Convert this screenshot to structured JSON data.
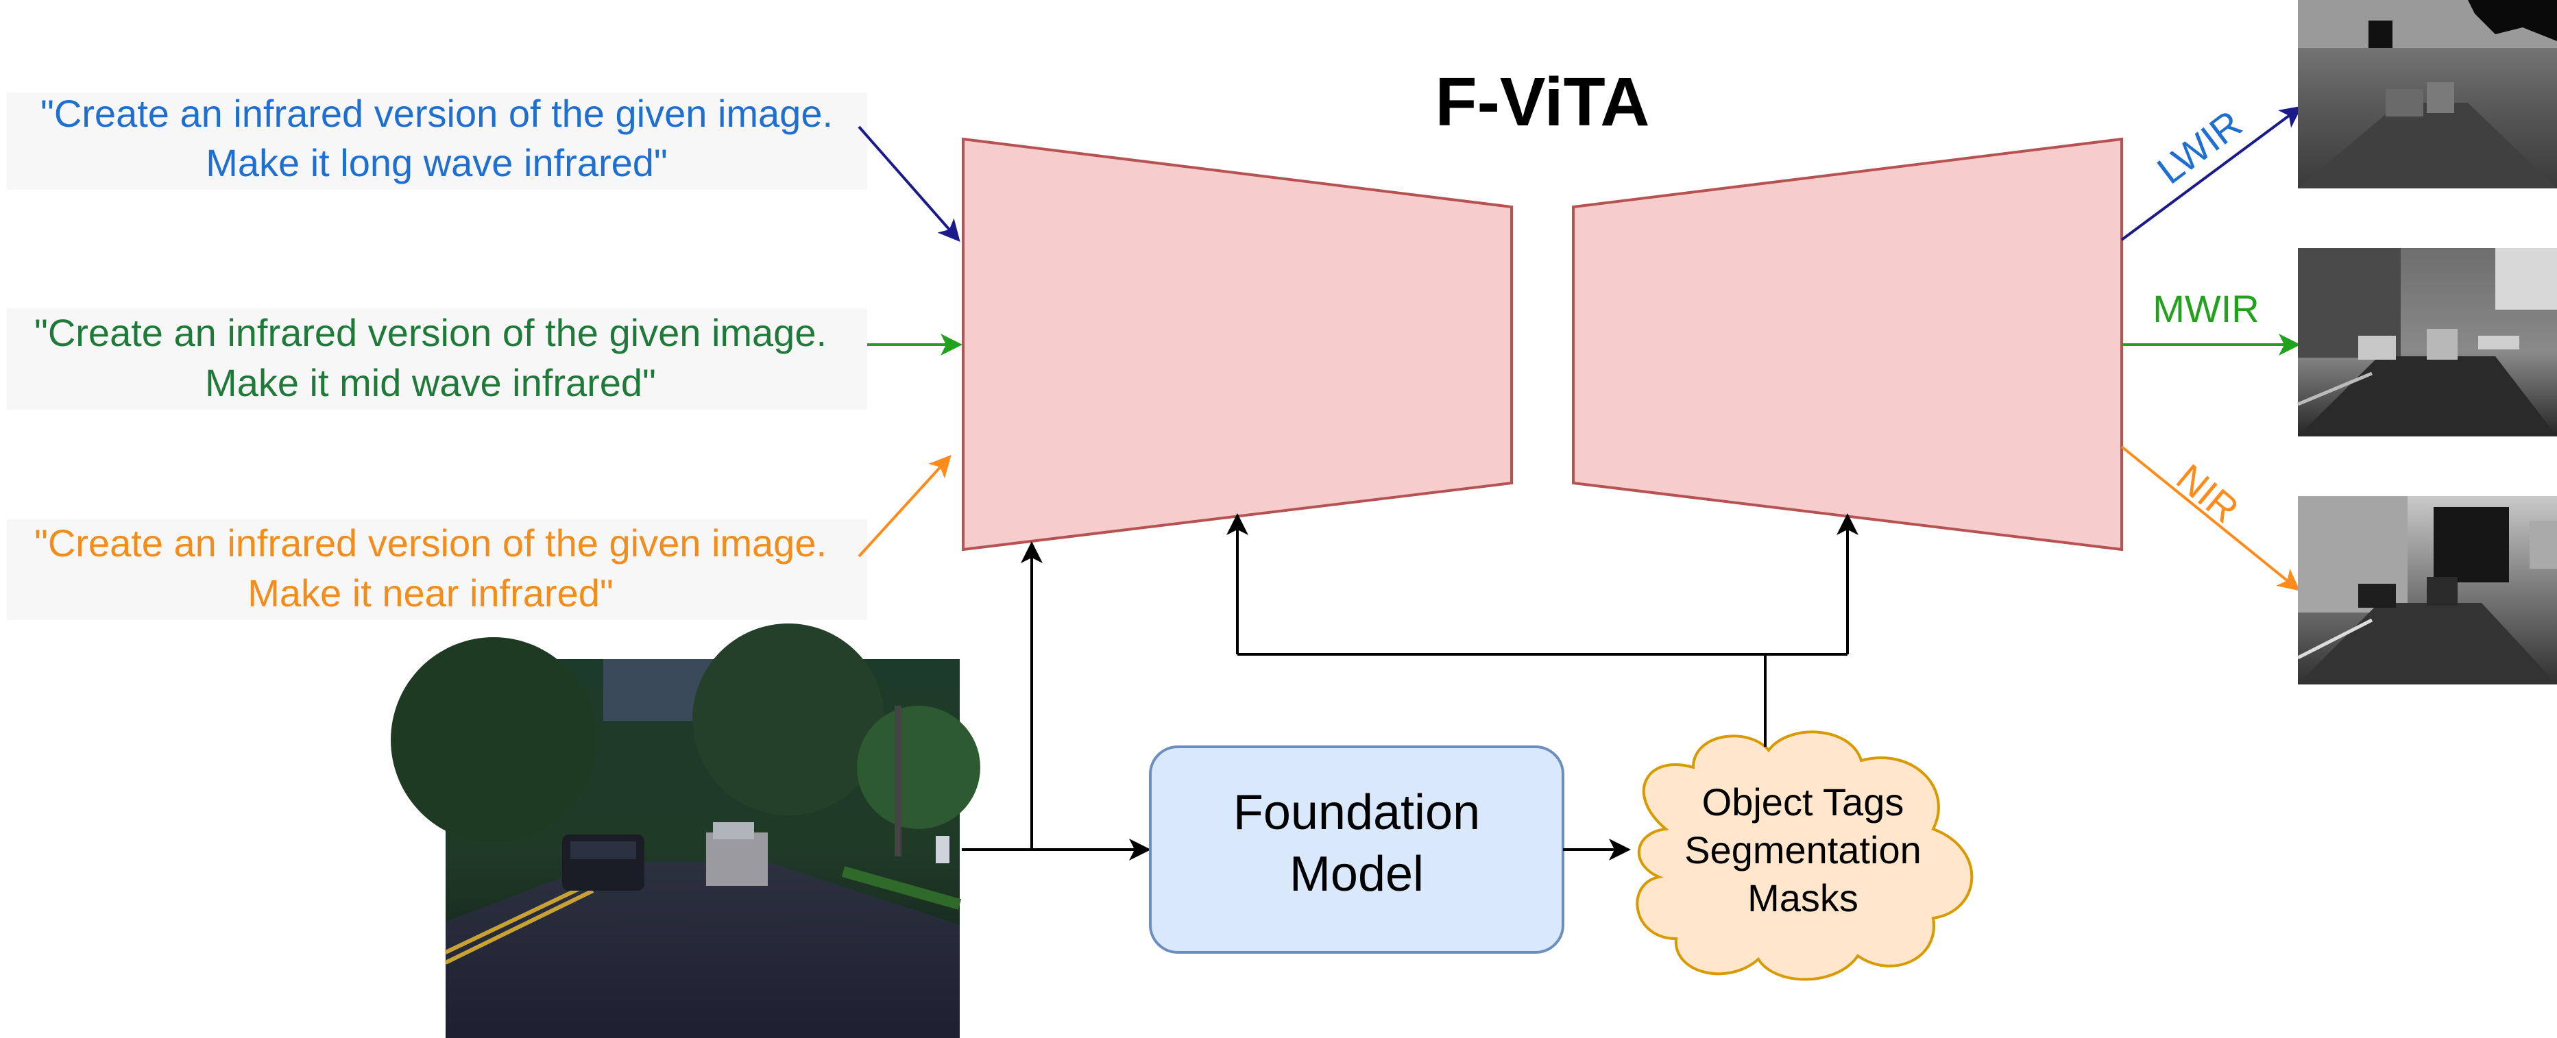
{
  "title": "F-ViTA",
  "prompts": [
    {
      "line1": "\"Create an infrared version of the given image.",
      "line2": "Make it long wave infrared\"",
      "color": "#1e6fd0"
    },
    {
      "line1": "\"Create an infrared version of the given image.",
      "line2": "Make it mid wave infrared\"",
      "color": "#1f7a3a"
    },
    {
      "line1": "\"Create an infrared version of the given image.",
      "line2": "Make it near infrared\"",
      "color": "#f28c1a"
    }
  ],
  "outputs": [
    {
      "label": "LWIR",
      "color": "#1a1a8a"
    },
    {
      "label": "MWIR",
      "color": "#22a01e"
    },
    {
      "label": "NIR",
      "color": "#ff8c1a"
    }
  ],
  "foundation_model": {
    "line1": "Foundation",
    "line2": "Model"
  },
  "cloud": {
    "line1": "Object Tags",
    "line2": "Segmentation",
    "line3": "Masks"
  },
  "colors": {
    "trapezoid_fill": "#f6cccc",
    "trapezoid_stroke": "#b65252",
    "box_fill": "#dae8fc",
    "box_stroke": "#6c8ebf",
    "cloud_fill": "#ffe6cc",
    "cloud_stroke": "#d79b00",
    "prompt_bg": "#f7f7f7"
  }
}
